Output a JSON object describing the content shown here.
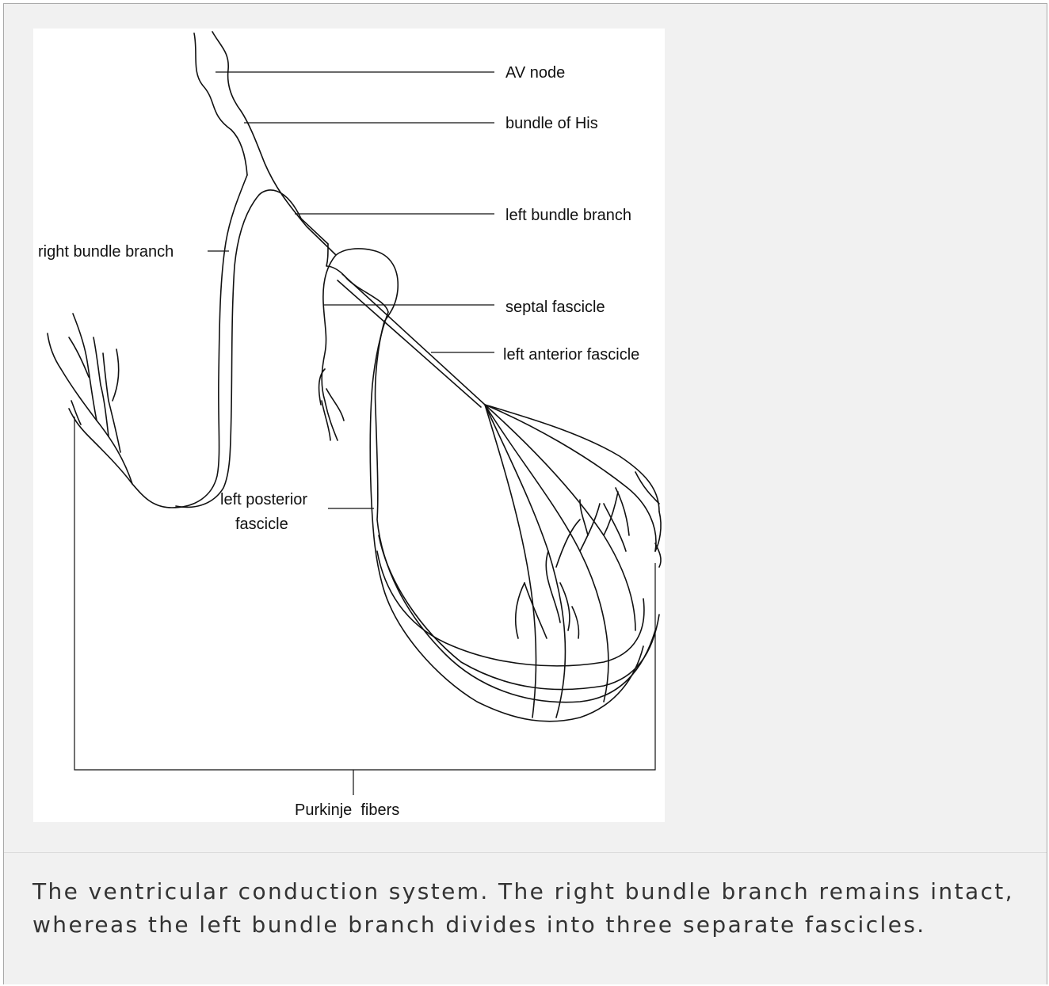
{
  "figure": {
    "labels": {
      "av_node": "AV node",
      "bundle_of_his": "bundle of His",
      "left_bundle_branch": "left bundle branch",
      "right_bundle_branch": "right bundle branch",
      "septal_fascicle": "septal fascicle",
      "left_anterior_fascicle": "left anterior fascicle",
      "left_posterior_line1": "left posterior",
      "left_posterior_line2": "fascicle",
      "purkinje_fibers": "Purkinje  fibers"
    }
  },
  "caption": {
    "text": "The ventricular conduction system. The right bundle branch remains intact, whereas the left bundle branch divides into three separate fascicles."
  }
}
